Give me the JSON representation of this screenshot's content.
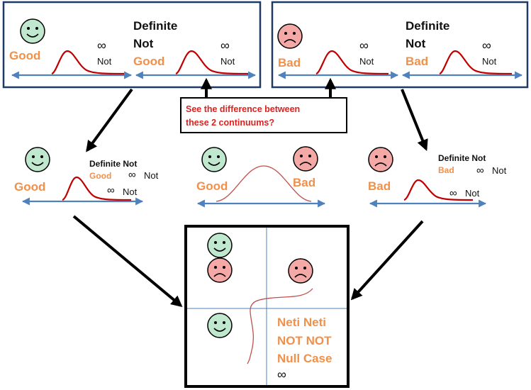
{
  "colors": {
    "good_face": "#bfe8cf",
    "bad_face": "#f4a9a6",
    "orange_text": "#f0904a",
    "axis_blue": "#4f81bd",
    "curve_red": "#c00000",
    "box_border": "#1f3b63",
    "note_text": "#e0201c"
  },
  "icons": [
    "smiley-face-icon",
    "frowning-face-icon",
    "infinity-symbol-icon"
  ],
  "top_left_panel": {
    "good_label": "Good",
    "infinity": "∞",
    "not_label": "Not",
    "definite_line1": "Definite",
    "definite_line2": "Not",
    "good_label_2": "Good",
    "infinity_2": "∞",
    "not_label_2": "Not"
  },
  "top_right_panel": {
    "bad_label": "Bad",
    "infinity": "∞",
    "not_label": "Not",
    "definite_line1": "Definite",
    "definite_line2": "Not",
    "bad_label_2": "Bad",
    "infinity_2": "∞",
    "not_label_2": "Not"
  },
  "callout": {
    "line1": "See the difference between",
    "line2": "these 2 continuums?"
  },
  "middle_left": {
    "good_label": "Good",
    "definite_not": "Definite Not",
    "good_small": "Good",
    "infinity_a": "∞",
    "not_a": "Not",
    "infinity_b": "∞",
    "not_b": "Not"
  },
  "middle_center": {
    "good_label": "Good",
    "bad_label": "Bad"
  },
  "middle_right": {
    "bad_label": "Bad",
    "definite_not": "Definite Not",
    "bad_small": "Bad",
    "infinity_a": "∞",
    "not_a": "Not",
    "infinity_b": "∞",
    "not_b": "Not"
  },
  "bottom_grid": {
    "line1": "Neti Neti",
    "line2": "NOT NOT",
    "line3": "Null Case",
    "infinity": "∞"
  }
}
